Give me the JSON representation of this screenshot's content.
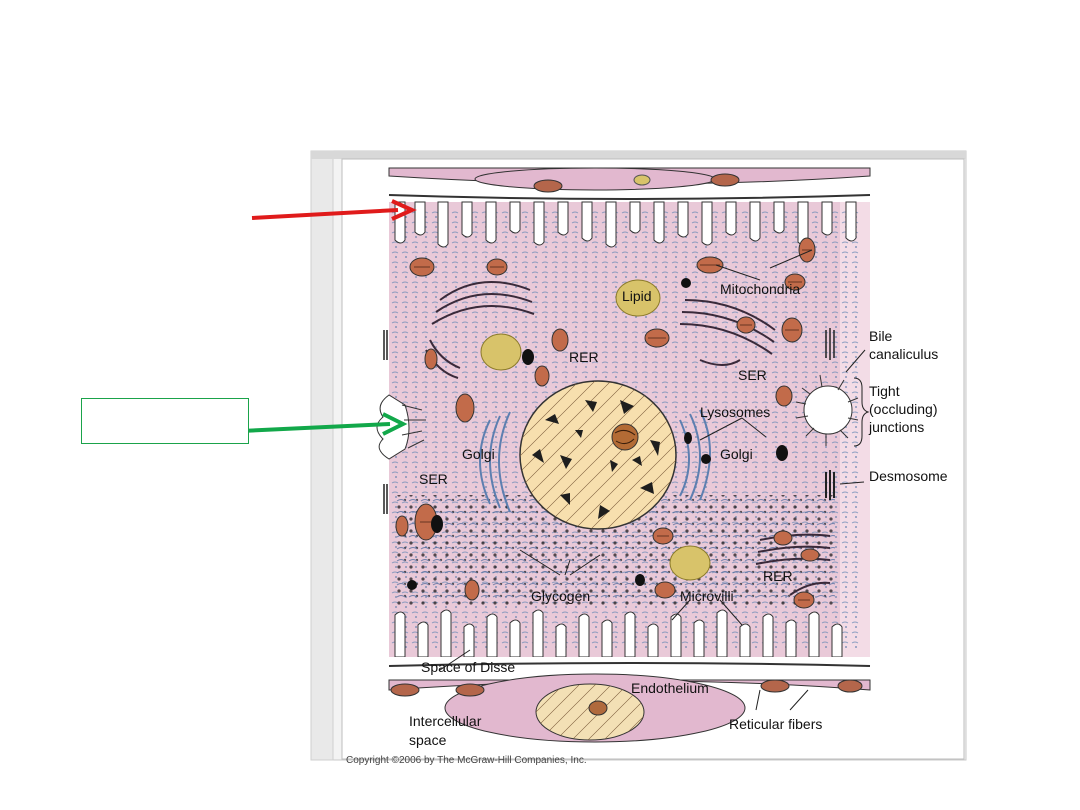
{
  "diagram": {
    "labels": {
      "lipid": "Lipid",
      "mitochondria": "Mitochondria",
      "rer_top": "RER",
      "ser_right": "SER",
      "lysosomes": "Lysosomes",
      "golgi_left": "Golgi",
      "golgi_right": "Golgi",
      "ser_left": "SER",
      "glycogen": "Glycogen",
      "microvilli": "Microvilli",
      "rer_bottom": "RER",
      "space_of_disse": "Space of Disse",
      "endothelium": "Endothelium",
      "intercellular_1": "Intercellular",
      "intercellular_2": "space",
      "reticular_fibers": "Reticular fibers",
      "bile_1": "Bile",
      "bile_2": "canaliculus",
      "tight_1": "Tight",
      "tight_2": "(occluding)",
      "tight_3": "junctions",
      "desmosome": "Desmosome",
      "copyright": "Copyright ©2006 by The McGraw-Hill Companies, Inc."
    },
    "arrow_colors": {
      "top_arrow": "#e01b1b",
      "middle_arrow": "#12a84a"
    },
    "answer_box_text": ""
  }
}
